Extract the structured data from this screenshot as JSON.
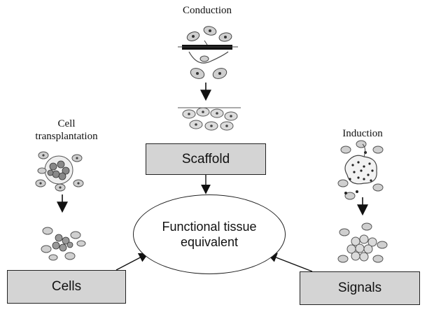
{
  "labels": {
    "conduction": "Conduction",
    "cell_transplantation_line1": "Cell",
    "cell_transplantation_line2": "transplantation",
    "induction": "Induction"
  },
  "boxes": {
    "scaffold": "Scaffold",
    "cells": "Cells",
    "signals": "Signals"
  },
  "center": {
    "line1": "Functional tissue",
    "line2": "equivalent"
  },
  "colors": {
    "box_fill": "#d4d4d4",
    "stroke": "#222222",
    "cell_fill": "#cfcfcf",
    "nucleus": "#333333"
  }
}
